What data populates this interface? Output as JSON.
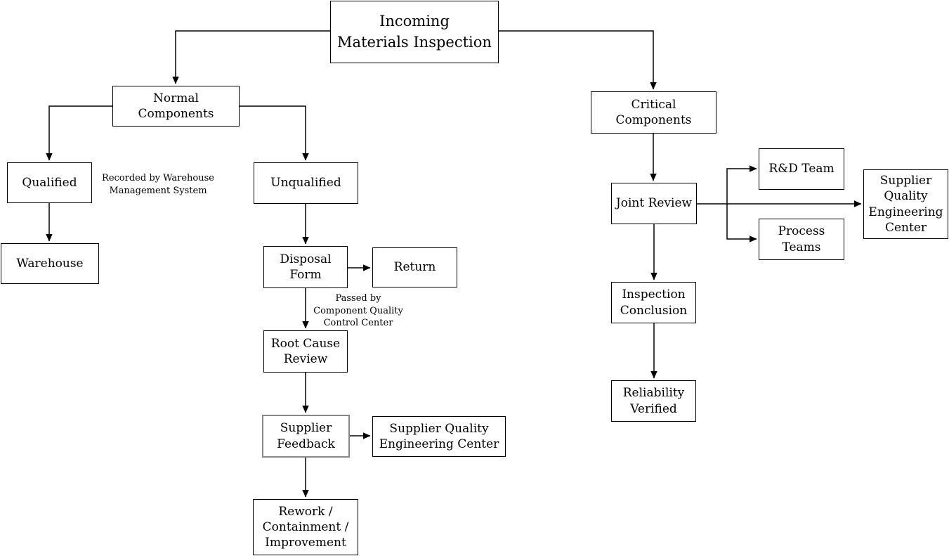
{
  "diagram": {
    "type": "flowchart",
    "colors": {
      "background": "#ffffff",
      "box_fill": "#ffffff",
      "box_stroke": "#000000",
      "feedback_box_stroke": "#888888",
      "connector": "#000000",
      "text": "#000000"
    },
    "nodes": {
      "title": {
        "label": "Incoming\nMaterials Inspection"
      },
      "normal": {
        "label": "Normal Components"
      },
      "critical": {
        "label": "Critical Components"
      },
      "qualified": {
        "label": "Qualified"
      },
      "unqualified": {
        "label": "Unqualified"
      },
      "warehouse": {
        "label": "Warehouse"
      },
      "disposal_form": {
        "label": "Disposal\nForm"
      },
      "return": {
        "label": "Return"
      },
      "root_cause": {
        "label": "Root Cause\nReview"
      },
      "supplier_feedback": {
        "label": "Supplier\nFeedback"
      },
      "sqec_left": {
        "label": "Supplier Quality\nEngineering Center"
      },
      "rework": {
        "label": "Rework /\nContainment /\nImprovement"
      },
      "joint_review": {
        "label": "Joint Review"
      },
      "rd_team": {
        "label": "R&D Team"
      },
      "process_teams": {
        "label": "Process\nTeams"
      },
      "sqec_right": {
        "label": "Supplier\nQuality\nEngineering\nCenter"
      },
      "inspection_conclusion": {
        "label": "Inspection\nConclusion"
      },
      "reliability_verified": {
        "label": "Reliability\nVerified"
      }
    },
    "annotations": {
      "recorded_by": "Recorded by Warehouse\nManagement System",
      "passed_by": "Passed by\nComponent Quality\nControl Center"
    }
  }
}
